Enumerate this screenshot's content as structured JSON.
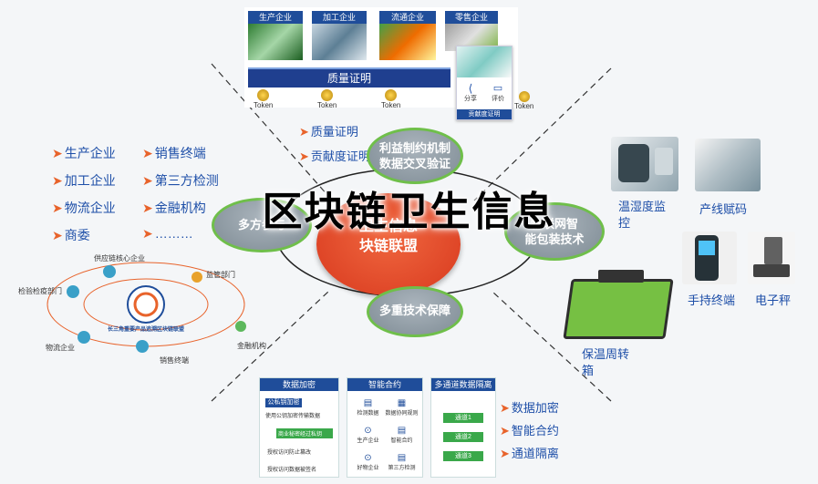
{
  "title": "区块链卫生信息",
  "top_panel": {
    "tabs": [
      "生产企业",
      "加工企业",
      "流通企业",
      "零售企业"
    ],
    "band_label": "质量证明",
    "token_label": "Token",
    "phone_actions": [
      "分享",
      "评价"
    ],
    "phone_footer": "贡献度证明"
  },
  "top_bullets": [
    "质量证明",
    "贡献度证明"
  ],
  "left_list_col1": [
    "生产企业",
    "加工企业",
    "物流企业",
    "商委"
  ],
  "left_list_col2": [
    "销售终端",
    "第三方检测",
    "金融机构",
    "………"
  ],
  "alliance_diagram": {
    "nodes": [
      "供应链核心企业",
      "监管部门",
      "检验检疫部门",
      "物流企业",
      "销售终端",
      "金融机构"
    ],
    "badge_text": "长三角重要产品追溯区块链联盟"
  },
  "center": {
    "main_line1": "卫生信息",
    "main_line2": "块链联盟",
    "top_node": [
      "利益制约机制",
      "数据交叉验证"
    ],
    "left_node": "多方参与",
    "right_node": [
      "物联网智",
      "能包装技术"
    ],
    "bottom_node": "多重技术保障"
  },
  "devices": {
    "temp_monitor": [
      "温湿度监",
      "控"
    ],
    "line_coding": "产线赋码",
    "handheld": "手持终端",
    "scale": "电子秤",
    "box": [
      "保温周转",
      "箱"
    ]
  },
  "bottom_panels": {
    "p1_title": "数据加密",
    "p1_chip": "公私钥加密",
    "p1_rows": [
      "使用公钥加密传输数据",
      "商业秘密经过私钥",
      "授权访问防止篡改",
      "授权访问数据被签名"
    ],
    "p2_title": "智能合约",
    "p2_items": [
      "检测数据",
      "数据协同规则",
      "生产企业",
      "智能合约",
      "好物企业",
      "第三方检测"
    ],
    "p3_title": "多通道数据隔离",
    "p3_channels": [
      "通道1",
      "通道2",
      "通道3"
    ]
  },
  "bottom_bullets": [
    "数据加密",
    "智能合约",
    "通道隔离"
  ],
  "colors": {
    "blue": "#1e4fa8",
    "orange": "#e8632b",
    "red": "#e2452b",
    "gray_node": "#8f9aa3",
    "green": "#3aa84a"
  }
}
